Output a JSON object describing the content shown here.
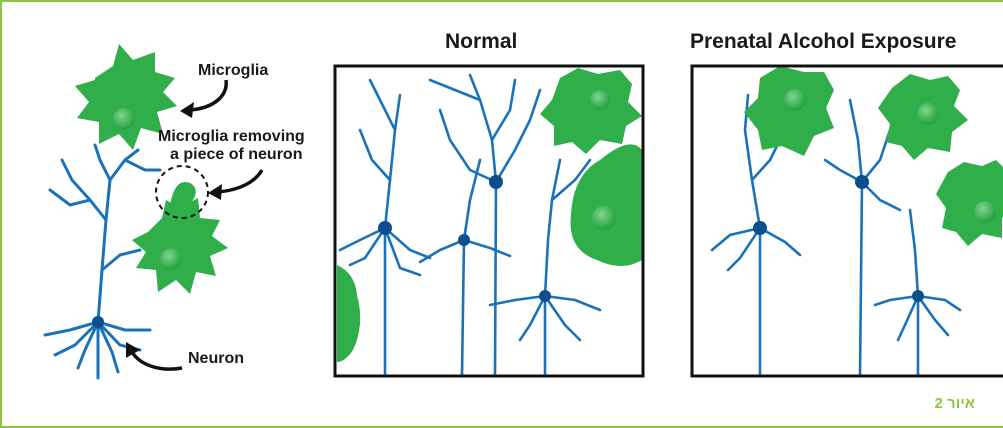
{
  "titles": {
    "normal": "Normal",
    "pae": "Prenatal Alcohol Exposure"
  },
  "labels": {
    "microglia": "Microglia",
    "removing_line1": "Microglia removing",
    "removing_line2": "a piece of neuron",
    "neuron": "Neuron"
  },
  "caption": "איור 2",
  "colors": {
    "frame": "#8cc63f",
    "microglia": "#2fae4a",
    "neuron": "#1a73b8",
    "neuron_dark": "#0d4f8c",
    "soma_highlight": "#6ccf7d"
  }
}
